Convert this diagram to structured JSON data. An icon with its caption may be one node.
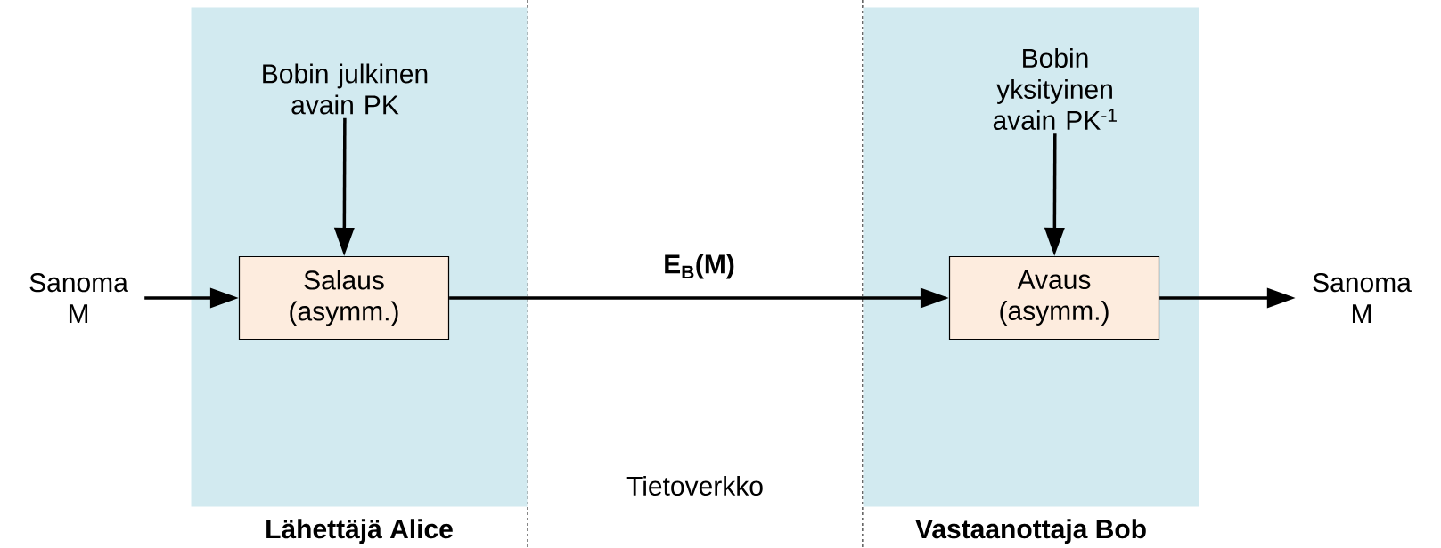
{
  "diagram": {
    "nodes": [
      {
        "text": [
          "Lähettäjä Alice"
        ]
      },
      {
        "text": [
          "Bobin julkinen avain PK"
        ],
        "in": 0
      },
      {
        "text": [
          "Salaus (asymm.)"
        ],
        "in": 0
      },
      {
        "text": [
          "Sanoma M"
        ]
      },
      {
        "text": [
          "Vastaanottaja Bob"
        ]
      },
      {
        "text": [
          "Bobin yksityinen avain PK$^{-1}$"
        ],
        "in": 4
      },
      {
        "text": [
          "Avaus (asymm.)"
        ],
        "in": 4
      },
      {
        "text": [
          "Sanoma M"
        ]
      }
    ],
    "edges": [
      {
        "from": 3,
        "to": 2,
        "arrow": "to"
      },
      {
        "from": 1,
        "to": 2,
        "arrow": "to"
      },
      {
        "from": 2,
        "to": 6,
        "arrow": "to",
        "label": "E$_{B}$(M)"
      },
      {
        "from": 5,
        "to": 6,
        "arrow": "to"
      },
      {
        "from": 6,
        "to": 7,
        "arrow": "to"
      }
    ],
    "labels": [
      "Tietoverkko"
    ]
  }
}
